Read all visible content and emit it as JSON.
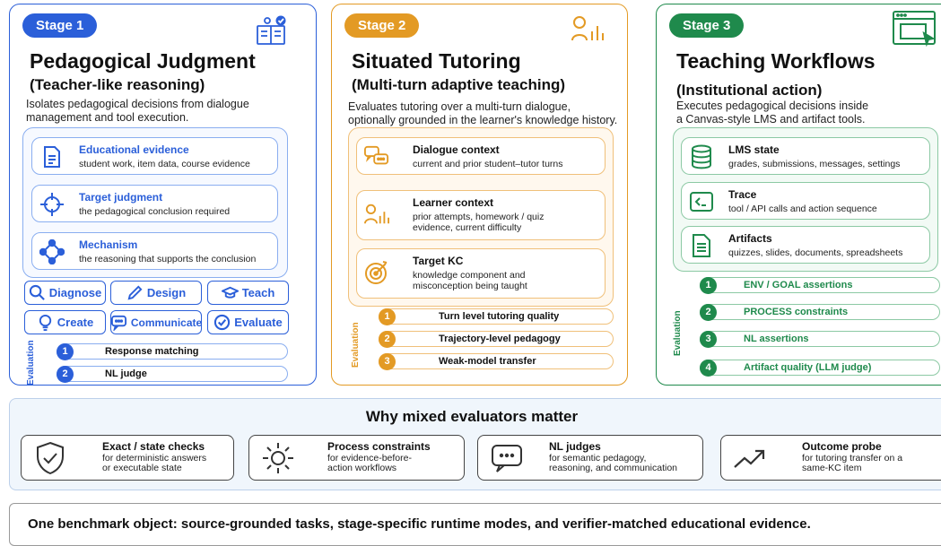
{
  "stage1": {
    "label": "Stage 1",
    "title": "Pedagogical Judgment",
    "subtitle": "(Teacher-like reasoning)",
    "description": [
      "Isolates pedagogical decisions from dialogue",
      "management and tool execution."
    ],
    "cards": [
      {
        "title": "Educational evidence",
        "desc": [
          "student work, item data, course evidence"
        ],
        "icon": "document-icon"
      },
      {
        "title": "Target judgment",
        "desc": [
          "the pedagogical conclusion required"
        ],
        "icon": "target-icon"
      },
      {
        "title": "Mechanism",
        "desc": [
          "the reasoning that supports the conclusion"
        ],
        "icon": "network-icon"
      }
    ],
    "actions": [
      {
        "label": "Diagnose",
        "icon": "magnifier-icon"
      },
      {
        "label": "Design",
        "icon": "pencil-icon"
      },
      {
        "label": "Teach",
        "icon": "graduation-cap-icon"
      },
      {
        "label": "Create",
        "icon": "lightbulb-icon"
      },
      {
        "label": "Communicate",
        "icon": "chat-icon"
      },
      {
        "label": "Evaluate",
        "icon": "check-circle-icon"
      }
    ],
    "evaluation_label": "Evaluation",
    "evaluation": [
      {
        "num": "1",
        "text": "Response matching"
      },
      {
        "num": "2",
        "text": "NL judge"
      }
    ]
  },
  "stage2": {
    "label": "Stage 2",
    "title": "Situated Tutoring",
    "subtitle": "(Multi-turn adaptive teaching)",
    "description": [
      "Evaluates tutoring over a multi-turn dialogue,",
      "optionally grounded in the learner's knowledge history."
    ],
    "cards": [
      {
        "title": "Dialogue context",
        "desc": [
          "current and prior student–tutor turns"
        ],
        "icon": "dialogue-icon"
      },
      {
        "title": "Learner context",
        "desc": [
          "prior attempts, homework / quiz",
          "evidence, current difficulty"
        ],
        "icon": "learner-chart-icon"
      },
      {
        "title": "Target KC",
        "desc": [
          "knowledge component and",
          "misconception being taught"
        ],
        "icon": "bullseye-icon"
      }
    ],
    "evaluation_label": "Evaluation",
    "evaluation": [
      {
        "num": "1",
        "text": "Turn level tutoring quality"
      },
      {
        "num": "2",
        "text": "Trajectory-level pedagogy"
      },
      {
        "num": "3",
        "text": "Weak-model transfer"
      }
    ]
  },
  "stage3": {
    "label": "Stage 3",
    "title": "Teaching Workflows",
    "subtitle": "(Institutional action)",
    "description": [
      "Executes pedagogical decisions inside",
      "a Canvas-style LMS and artifact tools."
    ],
    "cards": [
      {
        "title": "LMS state",
        "desc": [
          "grades, submissions, messages, settings"
        ],
        "icon": "database-icon"
      },
      {
        "title": "Trace",
        "desc": [
          "tool / API calls and action sequence"
        ],
        "icon": "terminal-icon"
      },
      {
        "title": "Artifacts",
        "desc": [
          "quizzes, slides, documents, spreadsheets"
        ],
        "icon": "file-icon"
      }
    ],
    "evaluation_label": "Evaluation",
    "evaluation": [
      {
        "num": "1",
        "text": "ENV / GOAL assertions"
      },
      {
        "num": "2",
        "text": "PROCESS constraints"
      },
      {
        "num": "3",
        "text": "NL assertions"
      },
      {
        "num": "4",
        "text": "Artifact quality (LLM judge)"
      }
    ]
  },
  "why": {
    "title": "Why mixed evaluators matter",
    "items": [
      {
        "title": "Exact / state checks",
        "desc": [
          "for deterministic answers",
          "or executable state"
        ],
        "icon": "shield-check-icon"
      },
      {
        "title": "Process constraints",
        "desc": [
          "for evidence-before-",
          "action workflows"
        ],
        "icon": "sun-gear-icon"
      },
      {
        "title": "NL judges",
        "desc": [
          "for semantic pedagogy,",
          "reasoning, and communication"
        ],
        "icon": "speech-bubble-icon"
      },
      {
        "title": "Outcome probe",
        "desc": [
          "for tutoring transfer on a",
          "same-KC item"
        ],
        "icon": "trend-arrow-icon"
      }
    ]
  },
  "footer": "One benchmark object: source-grounded tasks, stage-specific runtime modes, and verifier-matched educational evidence.",
  "colors": {
    "stage1": "#2b5fd9",
    "stage2": "#e39a24",
    "stage3": "#1f8a4c"
  }
}
